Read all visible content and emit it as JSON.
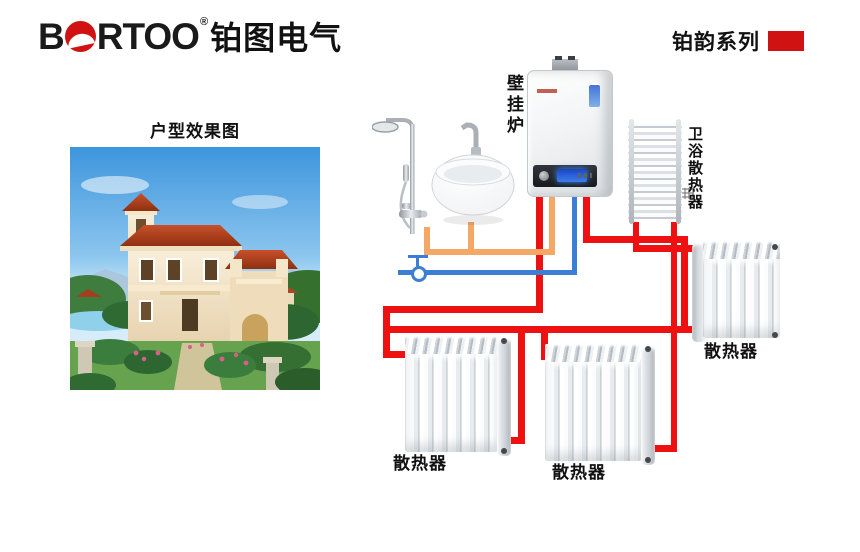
{
  "header": {
    "logo_b": "B",
    "logo_rest": "RTOO",
    "registered": "®",
    "logo_cn": "铂图电气",
    "series_label": "铂韵系列"
  },
  "floorplan": {
    "title": "户型效果图"
  },
  "diagram": {
    "boiler_label": "壁挂炉",
    "towel_radiator_label": "卫浴散热器",
    "radiator_right_label": "散热器",
    "radiator_bottom_left_label": "散热器",
    "radiator_bottom_mid_label": "散热器"
  },
  "colors": {
    "heating": "#ee1111",
    "hot_water": "#f5a765",
    "cold_water": "#3b7ed4",
    "brand": "#d01213"
  }
}
